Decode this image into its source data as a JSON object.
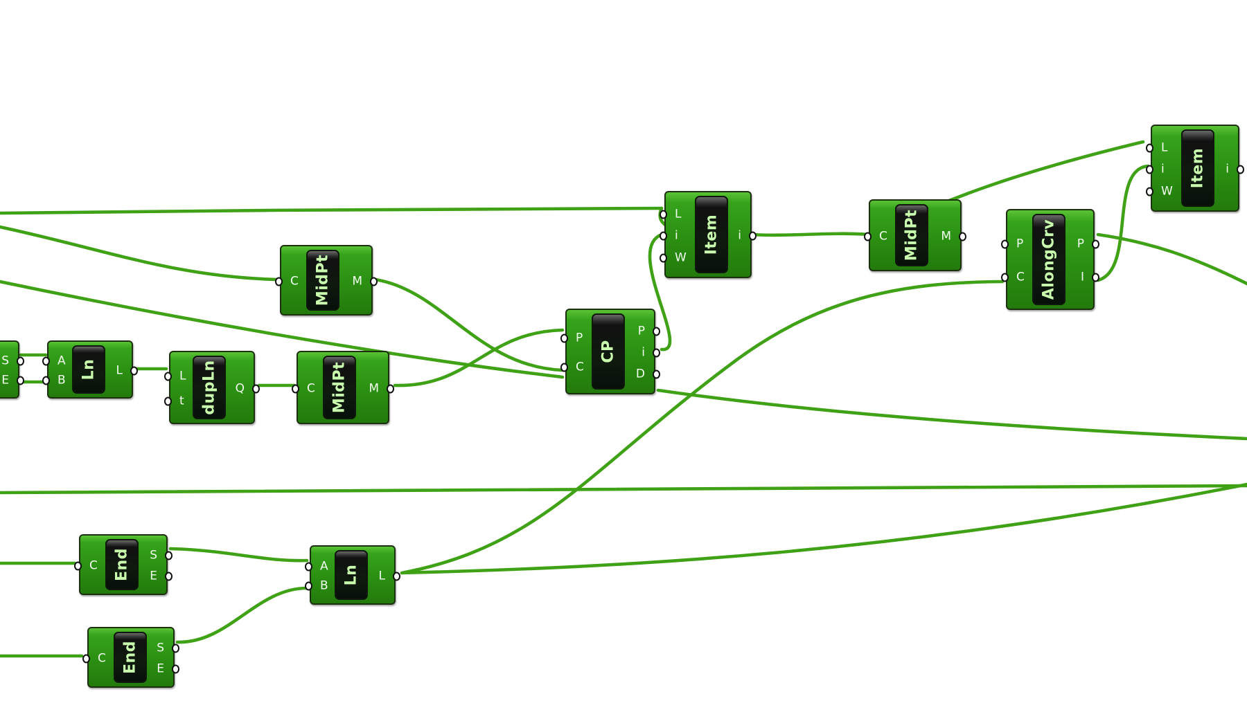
{
  "wire_color": "#3fa115",
  "component_color": "#2f951a",
  "nickname_color": "#c9ffae",
  "components": [
    {
      "id": "end-partial",
      "nickname": "",
      "inputs": [],
      "outputs": [
        "S",
        "E"
      ]
    },
    {
      "id": "ln-1",
      "nickname": "Ln",
      "inputs": [
        "A",
        "B"
      ],
      "outputs": [
        "L"
      ]
    },
    {
      "id": "dupln",
      "nickname": "dupLn",
      "inputs": [
        "L",
        "t"
      ],
      "outputs": [
        "Q"
      ]
    },
    {
      "id": "midpt-1",
      "nickname": "MidPt",
      "inputs": [
        "C"
      ],
      "outputs": [
        "M"
      ]
    },
    {
      "id": "midpt-2",
      "nickname": "MidPt",
      "inputs": [
        "C"
      ],
      "outputs": [
        "M"
      ]
    },
    {
      "id": "cp",
      "nickname": "CP",
      "inputs": [
        "P",
        "C"
      ],
      "outputs": [
        "P",
        "i",
        "D"
      ]
    },
    {
      "id": "item-1",
      "nickname": "Item",
      "inputs": [
        "L",
        "i",
        "W"
      ],
      "outputs": [
        "i"
      ]
    },
    {
      "id": "midpt-3",
      "nickname": "MidPt",
      "inputs": [
        "C"
      ],
      "outputs": [
        "M"
      ]
    },
    {
      "id": "alongcrv",
      "nickname": "AlongCrv",
      "inputs": [
        "P",
        "C"
      ],
      "outputs": [
        "P",
        "I"
      ]
    },
    {
      "id": "item-2",
      "nickname": "Item",
      "inputs": [
        "L",
        "i",
        "W"
      ],
      "outputs": [
        "i"
      ]
    },
    {
      "id": "end-1",
      "nickname": "End",
      "inputs": [
        "C"
      ],
      "outputs": [
        "S",
        "E"
      ]
    },
    {
      "id": "ln-2",
      "nickname": "Ln",
      "inputs": [
        "A",
        "B"
      ],
      "outputs": [
        "L"
      ]
    },
    {
      "id": "end-2",
      "nickname": "End",
      "inputs": [
        "C"
      ],
      "outputs": [
        "S",
        "E"
      ]
    }
  ]
}
